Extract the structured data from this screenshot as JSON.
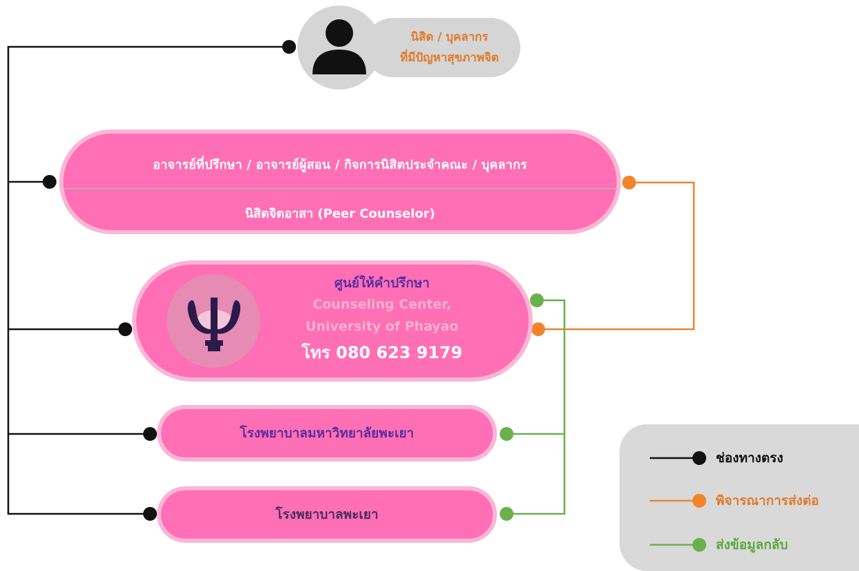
{
  "user": {
    "icon": "person-icon",
    "label_line1": "นิสิต / บุคลากร",
    "label_line2": "ที่มีปัญหาสุขภาพจิต"
  },
  "advisors": {
    "line1": "อาจารย์ที่ปรึกษา / อาจารย์ผู้สอน / กิจการนิสิตประจำคณะ / บุคลากร",
    "line2": "นิสิตจิตอาสา (Peer Counselor)"
  },
  "counseling_center": {
    "logo_icon": "psi-icon",
    "name_th": "ศูนย์ให้คำปรึกษา",
    "name_en_line1": "Counseling Center,",
    "name_en_line2": "University of Phayao",
    "phone": "โทร 080 623 9179"
  },
  "hospitals": {
    "university_hospital": "โรงพยาบาลมหาวิทยาลัยพะเยา",
    "phayao_hospital": "โรงพยาบาลพะเยา"
  },
  "legend": {
    "direct": "ช่องทางตรง",
    "refer": "พิจารณาการส่งต่อ",
    "feedback": "ส่งข้อมูลกลับ"
  },
  "colors": {
    "pill": "#ff6fb5",
    "pill_border": "#f9b6d6",
    "direct": "#111111",
    "refer": "#f0842c",
    "feedback": "#6ab04c",
    "legend_bg": "#d9d9d9"
  }
}
